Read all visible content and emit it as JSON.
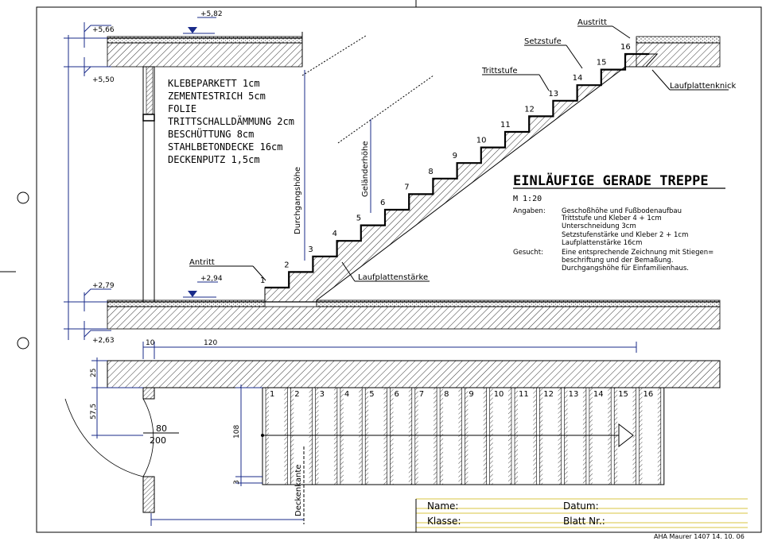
{
  "title": "EINLÄUFIGE GERADE TREPPE",
  "scale": "M 1:20",
  "floor_layers": [
    "KLEBEPARKETT 1cm",
    "ZEMENTESTRICH 5cm",
    "FOLIE",
    "TRITTSCHALLDÄMMUNG 2cm",
    "BESCHÜTTUNG 8cm",
    "STAHLBETONDECKE 16cm",
    "DECKENPUTZ 1,5cm"
  ],
  "angaben": {
    "label": "Angaben:",
    "lines": [
      "Geschoßhöhe und Fußbodenaufbau",
      "Trittstufe und Kleber 4 + 1cm",
      "Unterschneidung 3cm",
      "Setzstufenstärke und Kleber 2 + 1cm",
      "Laufplattenstärke 16cm"
    ]
  },
  "gesucht": {
    "label": "Gesucht:",
    "lines": [
      "Eine entsprechende Zeichnung mit Stiegen=",
      "beschriftung und der Bemaßung.",
      "Durchgangshöhe für Einfamilienhaus."
    ]
  },
  "labels": {
    "austritt": "Austritt",
    "setzstufe": "Setzstufe",
    "trittstufe": "Trittstufe",
    "laufplattenknick": "Laufplattenknick",
    "antritt": "Antritt",
    "laufplattenstaerke": "Laufplattenstärke",
    "gelaenderhoehe": "Geländerhöhe",
    "durchgangshoehe": "Durchgangshöhe",
    "deckenkante": "Deckenkante"
  },
  "levels": {
    "top_marker": "+5,82",
    "upper_floor": "+5,66",
    "ceiling": "+5,50",
    "lower_floor": "+2,79",
    "bottom": "+2,63",
    "step_marker": "+2,94"
  },
  "steps": [
    "1",
    "2",
    "3",
    "4",
    "5",
    "6",
    "7",
    "8",
    "9",
    "10",
    "11",
    "12",
    "13",
    "14",
    "15",
    "16"
  ],
  "dimensions": {
    "d10": "10",
    "d120": "120",
    "d25": "25",
    "d57_5": "57,5",
    "d108": "108",
    "d3": "3",
    "door_width": "80",
    "door_height": "200"
  },
  "title_block": {
    "name": "Name:",
    "datum": "Datum:",
    "klasse": "Klasse:",
    "blatt": "Blatt Nr.:"
  },
  "footer": "AHA Maurer 1407 14. 10. 06"
}
